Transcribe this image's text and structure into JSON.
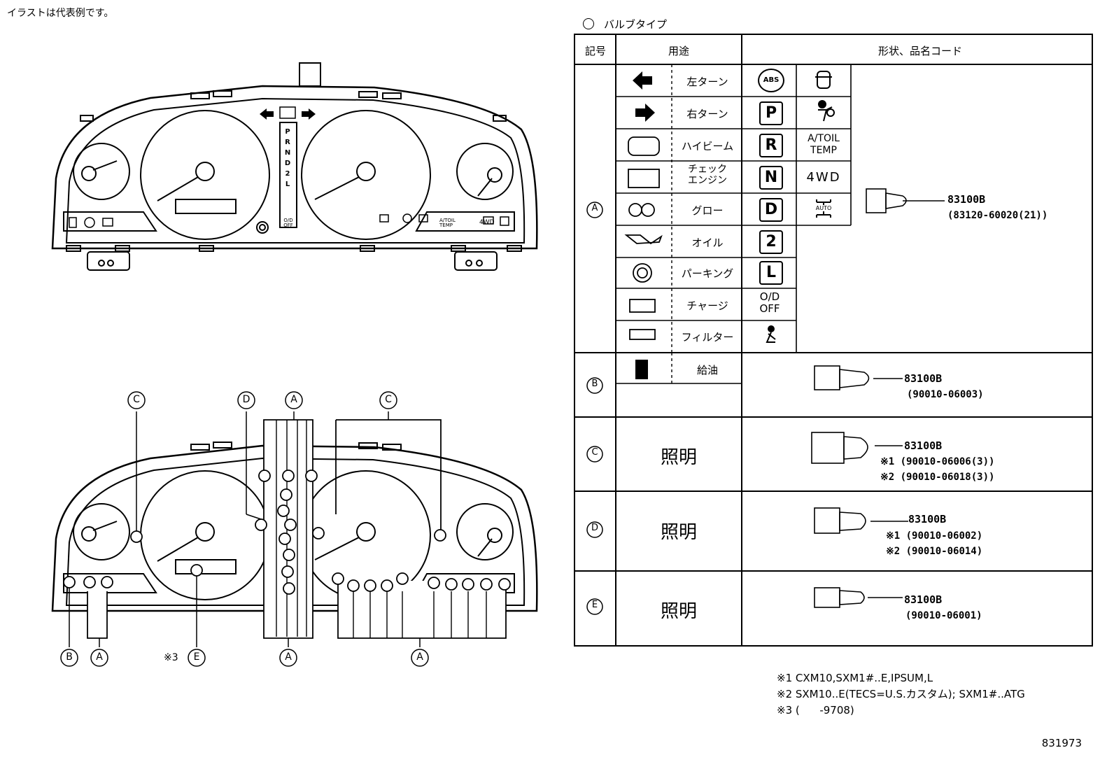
{
  "note_top": "イラストは代表例です。",
  "bulb_type_title": "バルブタイプ",
  "table": {
    "headers": [
      "記号",
      "用途",
      "形状、品名コード"
    ],
    "rows": [
      {
        "symbol": "A",
        "uses": [
          "左ターン",
          "右ターン",
          "ハイビーム",
          "チェック",
          "エンジン",
          "グロー",
          "オイル",
          "パーキング",
          "チャージ",
          "フィルター"
        ],
        "icon_col1": [
          "ABS",
          "P",
          "R",
          "N",
          "D",
          "2",
          "L",
          "O/D",
          "OFF"
        ],
        "icon_col2": [
          "A/TOIL",
          "TEMP",
          "4WD",
          "AUTO"
        ],
        "part_no": "83100B",
        "part_sub": "(83120-60020(21))"
      },
      {
        "symbol": "B",
        "uses": [
          "給油"
        ],
        "part_no": "83100B",
        "part_sub": "(90010-06003)"
      },
      {
        "symbol": "C",
        "label": "照明",
        "part_no": "83100B",
        "part_subs": [
          "※1 (90010-06006(3))",
          "※2 (90010-06018(3))"
        ]
      },
      {
        "symbol": "D",
        "label": "照明",
        "part_no": "83100B",
        "part_subs": [
          "※1 (90010-06002)",
          "※2 (90010-06014)"
        ]
      },
      {
        "symbol": "E",
        "label": "照明",
        "part_no": "83100B",
        "part_sub": "(90010-06001)"
      }
    ]
  },
  "footnotes": [
    "※1 CXM10,SXM1#..E,IPSUM,L",
    "※2 SXM10..E(TECS=U.S.カスタム); SXM1#..ATG",
    "※3 (      -9708)"
  ],
  "diagram_code": "831973",
  "upper_cluster": {
    "gear_labels": [
      "P",
      "R",
      "N",
      "D",
      "2",
      "L"
    ],
    "od_label": "O/D OFF",
    "right_panel_labels": [
      "A/TOIL TEMP",
      "4WD"
    ]
  },
  "lower_cluster": {
    "callouts_top": [
      "C",
      "D",
      "A",
      "C"
    ],
    "callouts_bottom": [
      "B",
      "A",
      "E",
      "A",
      "A"
    ],
    "note3_label": "※3"
  }
}
